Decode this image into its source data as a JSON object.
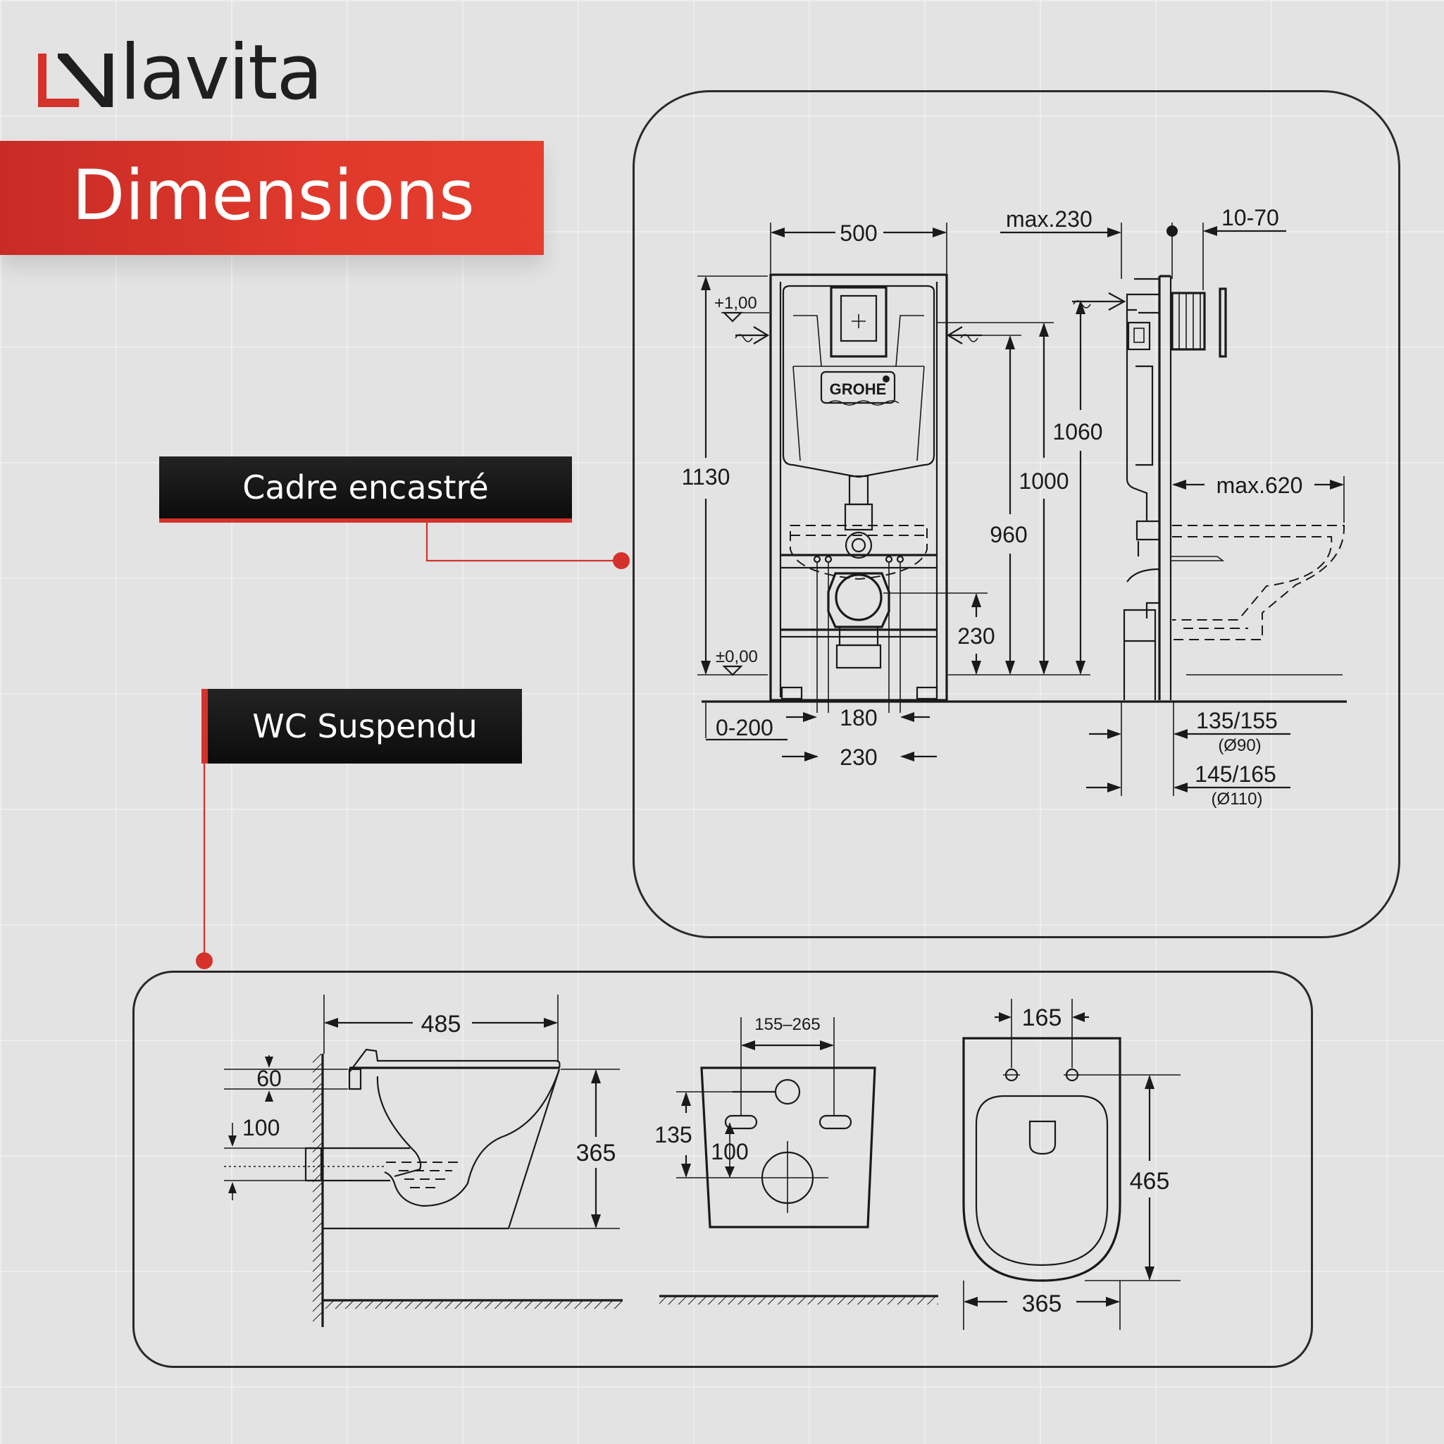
{
  "brand": {
    "name": "lavita",
    "color": "#e03a2c"
  },
  "title": "Dimensions",
  "labels": {
    "frame": "Cadre encastré",
    "toilet": "WC Suspendu"
  },
  "frame_drawing": {
    "logo_text": "GROHE",
    "dims": {
      "width": "500",
      "max_230": "max.230",
      "range_10_70": "10-70",
      "plus_level": "+1,00",
      "zero_level": "±0,00",
      "h1130": "1130",
      "h1060": "1060",
      "h1000": "1000",
      "h960": "960",
      "h230": "230",
      "max_620": "max.620",
      "r0_200": "0-200",
      "w180": "180",
      "w230": "230",
      "d135_155": "135/155",
      "d90": "(Ø90)",
      "d145_165": "145/165",
      "d110": "(Ø110)"
    }
  },
  "toilet_drawing": {
    "dims": {
      "length": "485",
      "d60": "60",
      "d100_side": "100",
      "height": "365",
      "range_155_265": "155–265",
      "d135": "135",
      "d100_back": "100",
      "d165": "165",
      "d465": "465",
      "d365_width": "365"
    }
  }
}
